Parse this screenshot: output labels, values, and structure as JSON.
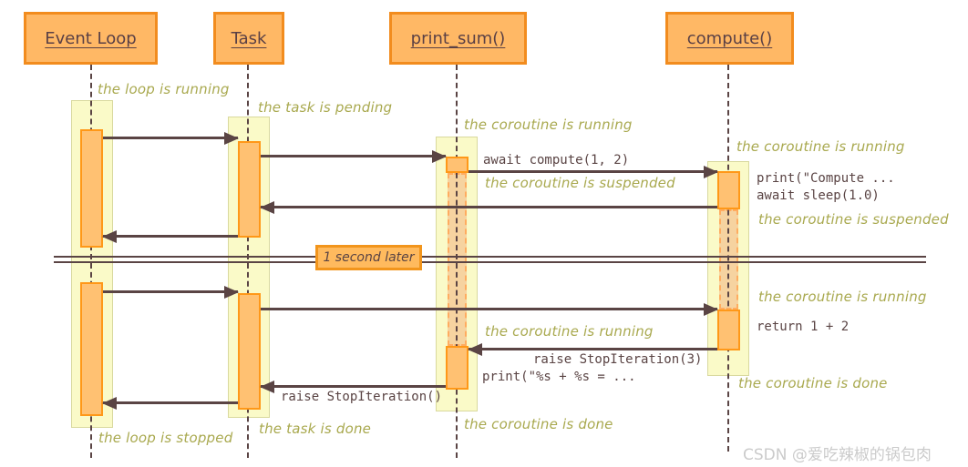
{
  "diagram": {
    "participants": [
      {
        "name": "Event Loop"
      },
      {
        "name": "Task"
      },
      {
        "name": "print_sum()"
      },
      {
        "name": "compute()"
      }
    ],
    "notes": {
      "loop_running": "the loop is running",
      "task_pending": "the task is pending",
      "ps_running_1": "the coroutine is running",
      "ps_suspended": "the coroutine is suspended",
      "co_running_1": "the coroutine is running",
      "co_suspended": "the coroutine is suspended",
      "co_running_2": "the coroutine is running",
      "ps_running_2": "the coroutine is running",
      "co_done": "the coroutine is done",
      "ps_done": "the coroutine is done",
      "task_done": "the task is done",
      "loop_stopped": "the loop is stopped"
    },
    "messages": {
      "await_compute": "await compute(1, 2)",
      "print_compute": "print(\"Compute ...",
      "await_sleep": "await sleep(1.0)",
      "return_sum": "return 1 + 2",
      "raise_stop3": "raise StopIteration(3)",
      "print_result": "print(\"%s + %s = ...",
      "raise_stop": "raise StopIteration()"
    },
    "divider_label": "1 second later",
    "watermark": "CSDN @爱吃辣椒的锅包肉",
    "colors": {
      "header_fill": "#FFB865",
      "header_border": "#F28C1E",
      "band_fill": "#FAFAC8",
      "band_border": "#D9D99E",
      "activation_fill": "#FFC172",
      "activation_border": "#FF9818",
      "suspended_fill": "#F6D3A0",
      "suspended_border": "#FFAC60",
      "line": "#5A4444",
      "note_text": "#A9A94F",
      "watermark_text": "#CBCBCB",
      "divider_fill": "#FFBA5E",
      "divider_border": "#F2951C"
    }
  }
}
